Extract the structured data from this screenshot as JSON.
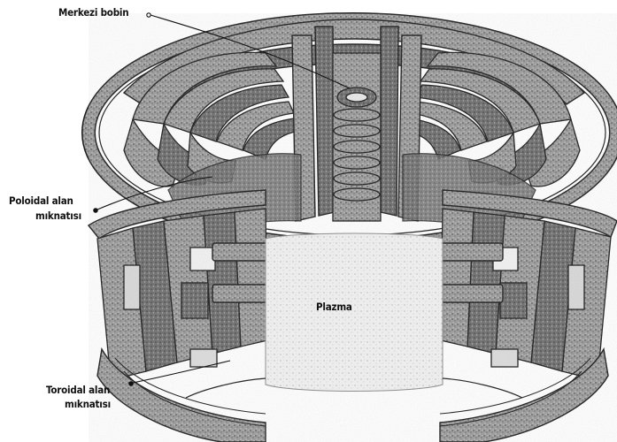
{
  "labels": {
    "central_solenoid": "Merkezi bobin",
    "poloidal_line1": "Poloidal alan",
    "poloidal_line2": "mıknatısı",
    "plasma": "Plazma",
    "toroidal_line1": "Toroidal alan",
    "toroidal_line2": "mıknatısı"
  },
  "colors": {
    "ink": "#1a1a1a",
    "coil_fill": "#8a8a8a",
    "plasma_fill": "#eeeeee",
    "background": "#ffffff"
  }
}
